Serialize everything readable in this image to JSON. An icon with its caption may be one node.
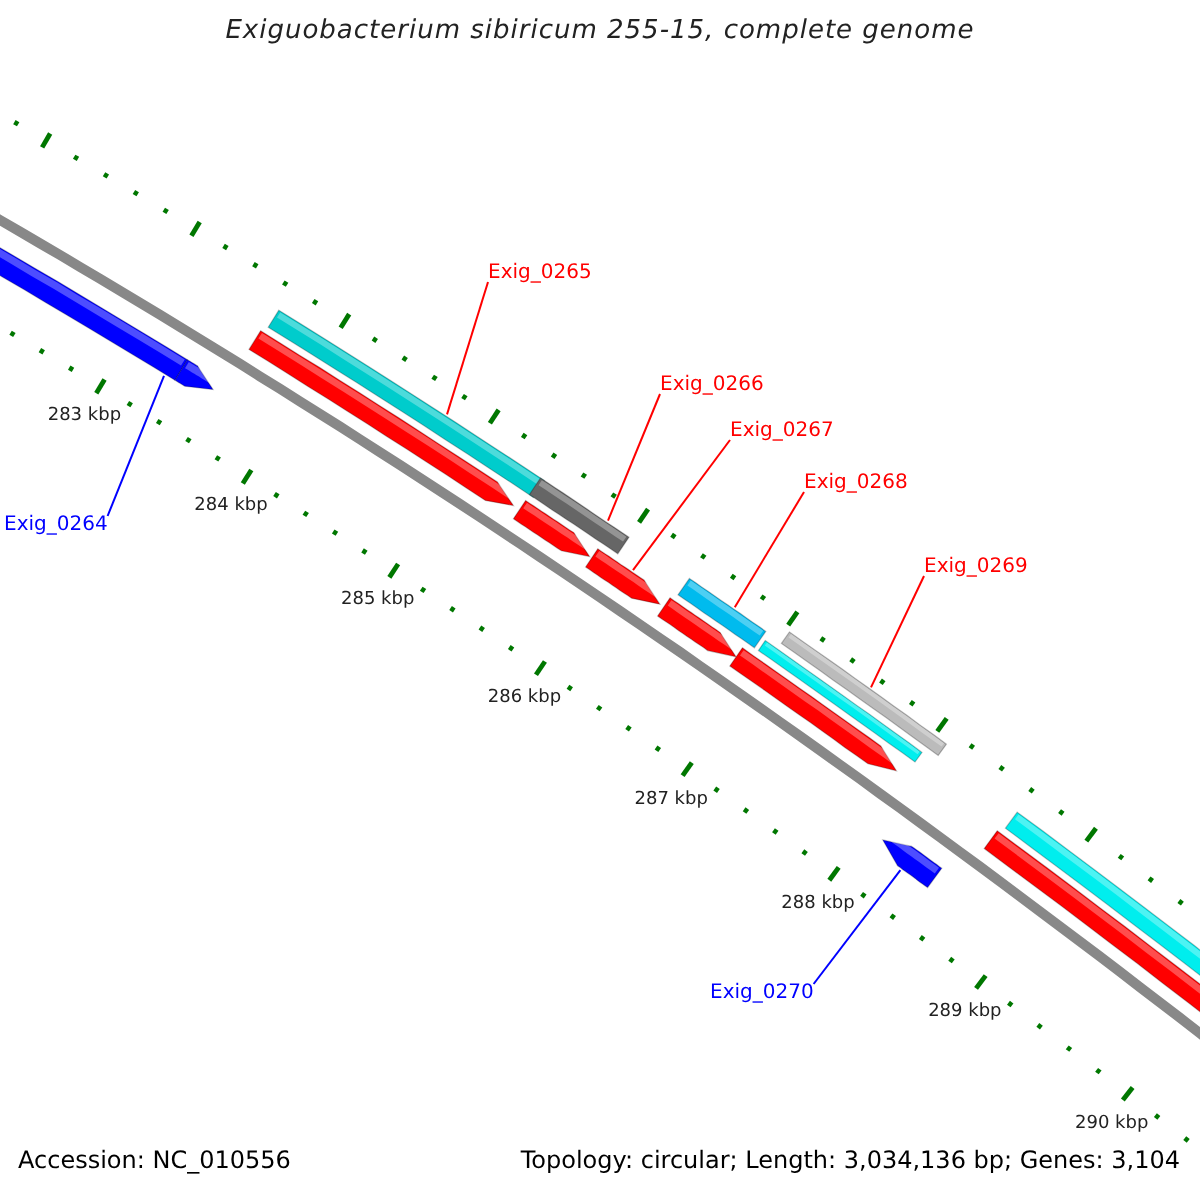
{
  "diagram": {
    "title": "Exiguobacterium sibiricum 255-15, complete genome",
    "nodes": [
      {
        "text": [
          "Exig_0265"
        ]
      },
      {
        "text": [
          "Exig_0266"
        ]
      },
      {
        "text": [
          "Exig_0267"
        ]
      },
      {
        "text": [
          "Exig_0268"
        ]
      },
      {
        "text": [
          "Exig_0264"
        ]
      },
      {
        "text": [
          "Exig_0269"
        ]
      },
      {
        "text": [
          "Exig_0270"
        ]
      },
      {
        "text": [],
        "shape": "bar"
      },
      {
        "text": [],
        "shape": "bar"
      },
      {
        "text": [],
        "shape": "bar"
      },
      {
        "text": [],
        "shape": "bar"
      },
      {
        "text": [],
        "shape": "bar"
      },
      {
        "text": [],
        "shape": "bar"
      },
      {
        "text": [],
        "shape": "bar"
      },
      {
        "text": [],
        "shape": "bar"
      },
      {
        "text": [],
        "shape": "bar"
      },
      {
        "text": [],
        "shape": "bar"
      },
      {
        "text": [],
        "shape": "bar"
      },
      {
        "text": [],
        "shape": "bar"
      },
      {
        "text": [],
        "shape": "bar"
      },
      {
        "text": [],
        "shape": "bar"
      },
      {
        "text": [],
        "shape": "bar"
      }
    ],
    "edges": [
      {
        "from": 4,
        "to": 7,
        "arrow": "none",
        "color": "#0000ff"
      },
      {
        "from": 0,
        "to": 10,
        "arrow": "none"
      },
      {
        "from": 1,
        "to": 12,
        "arrow": "none"
      },
      {
        "from": 2,
        "to": 13,
        "arrow": "none"
      },
      {
        "from": 3,
        "to": 15,
        "arrow": "none"
      },
      {
        "from": 5,
        "to": 18,
        "arrow": "none"
      },
      {
        "from": 6,
        "to": 19,
        "arrow": "none",
        "color": "#0000ff"
      }
    ],
    "labels": [
      "283 kbp",
      "284 kbp",
      "285 kbp",
      "286 kbp",
      "287 kbp",
      "288 kbp",
      "289 kbp",
      "290 kbp",
      "Accession: NC_010556",
      "Topology: circular; Length: 3,034,136 bp; Genes: 3,104"
    ]
  }
}
